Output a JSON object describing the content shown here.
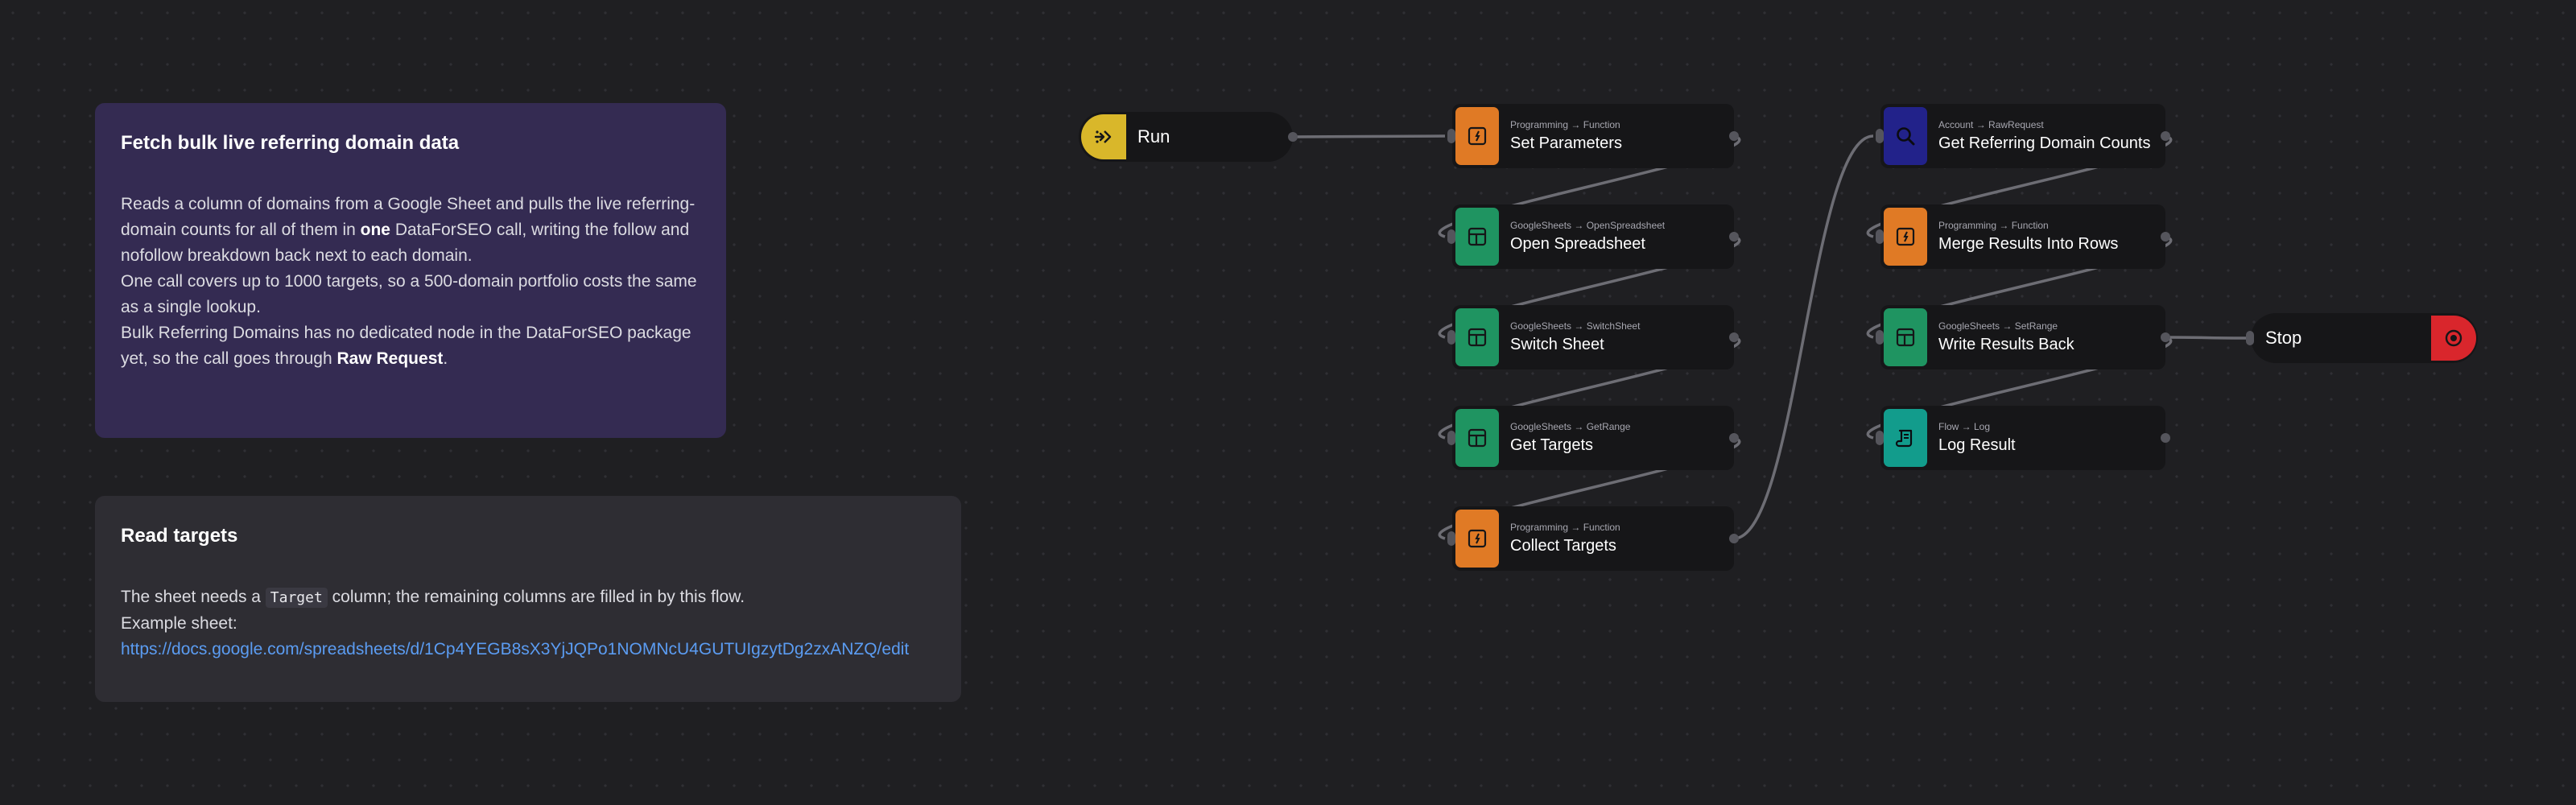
{
  "notes": {
    "main": {
      "title": "Fetch bulk live referring domain data",
      "p1_a": "Reads a column of domains from a Google Sheet and pulls the live referring-domain counts for all of them in ",
      "p1_b": "one",
      "p1_c": " DataForSEO call, writing the follow and nofollow breakdown back next to each domain.",
      "p2": "One call covers up to 1000 targets, so a 500-domain portfolio costs the same as a single lookup.",
      "p3_a": "Bulk Referring Domains has no dedicated node in the DataForSEO package yet, so the call goes through ",
      "p3_b": "Raw Request",
      "p3_c": "."
    },
    "read": {
      "title": "Read targets",
      "line1_a": "The sheet needs a ",
      "line1_code": "Target",
      "line1_b": " column; the remaining columns are filled in by this flow.",
      "line2": "Example sheet:",
      "link": "https://docs.google.com/spreadsheets/d/1Cp4YEGB8sX3YjJQPo1NOMNcU4GUTUIgzytDg2zxANZQ/edit"
    }
  },
  "nodes": {
    "run": {
      "title": "Run",
      "color": "#d9b72a",
      "icon": "play-arrow-icon"
    },
    "set_parameters": {
      "sub": "Programming → Function",
      "title": "Set Parameters",
      "color": "#e07a25",
      "icon": "function-icon"
    },
    "open_spreadsheet": {
      "sub": "GoogleSheets → OpenSpreadsheet",
      "title": "Open Spreadsheet",
      "color": "#1f9461",
      "icon": "sheet-icon"
    },
    "switch_sheet": {
      "sub": "GoogleSheets → SwitchSheet",
      "title": "Switch Sheet",
      "color": "#1f9461",
      "icon": "sheet-icon"
    },
    "get_targets": {
      "sub": "GoogleSheets → GetRange",
      "title": "Get Targets",
      "color": "#1f9461",
      "icon": "sheet-icon"
    },
    "collect_targets": {
      "sub": "Programming → Function",
      "title": "Collect Targets",
      "color": "#e07a25",
      "icon": "function-icon"
    },
    "get_referring": {
      "sub": "Account → RawRequest",
      "title": "Get Referring Domain Counts",
      "color": "#22228a",
      "icon": "search-icon"
    },
    "merge_results": {
      "sub": "Programming → Function",
      "title": "Merge Results Into Rows",
      "color": "#e07a25",
      "icon": "function-icon"
    },
    "write_results": {
      "sub": "GoogleSheets → SetRange",
      "title": "Write Results Back",
      "color": "#1f9461",
      "icon": "sheet-icon"
    },
    "log_result": {
      "sub": "Flow → Log",
      "title": "Log Result",
      "color": "#129c8c",
      "icon": "scroll-icon"
    },
    "stop": {
      "title": "Stop",
      "color": "#d9262c",
      "icon": "stop-target-icon"
    }
  },
  "edges": [
    [
      "run",
      "set_parameters"
    ],
    [
      "set_parameters",
      "open_spreadsheet"
    ],
    [
      "open_spreadsheet",
      "switch_sheet"
    ],
    [
      "switch_sheet",
      "get_targets"
    ],
    [
      "get_targets",
      "collect_targets"
    ],
    [
      "collect_targets",
      "get_referring"
    ],
    [
      "get_referring",
      "merge_results"
    ],
    [
      "merge_results",
      "write_results"
    ],
    [
      "write_results",
      "log_result"
    ],
    [
      "write_results",
      "stop"
    ]
  ],
  "colors": {
    "wire": "#6d6d74",
    "canvas": "#1f1f22"
  }
}
